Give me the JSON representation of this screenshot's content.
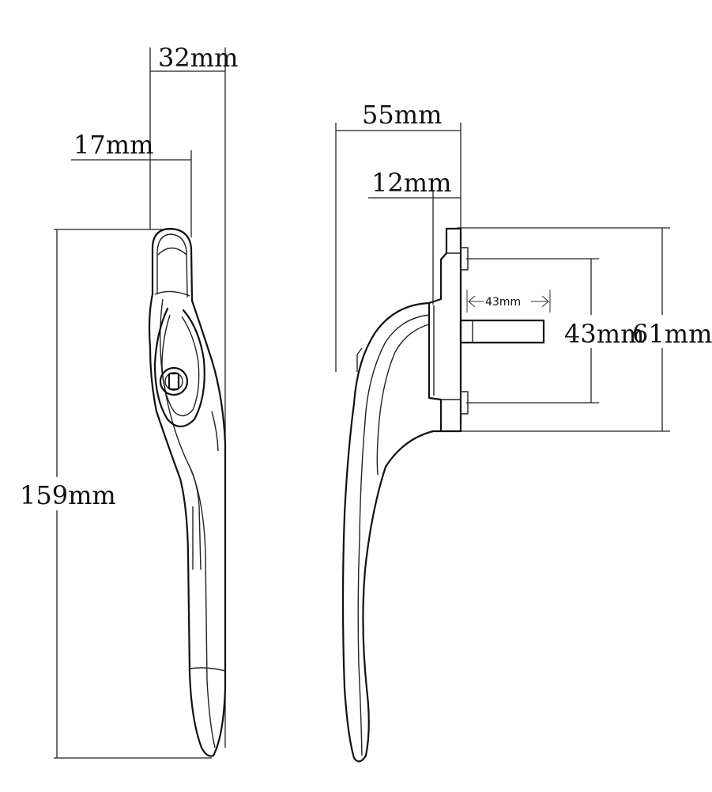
{
  "labels": {
    "width_total_front": "32mm",
    "width_neck_front": "17mm",
    "height_total": "159mm",
    "depth_total": "55mm",
    "depth_base": "12mm",
    "spindle_length": "43mm",
    "spindle_span": "43mm",
    "base_height": "61mm"
  }
}
